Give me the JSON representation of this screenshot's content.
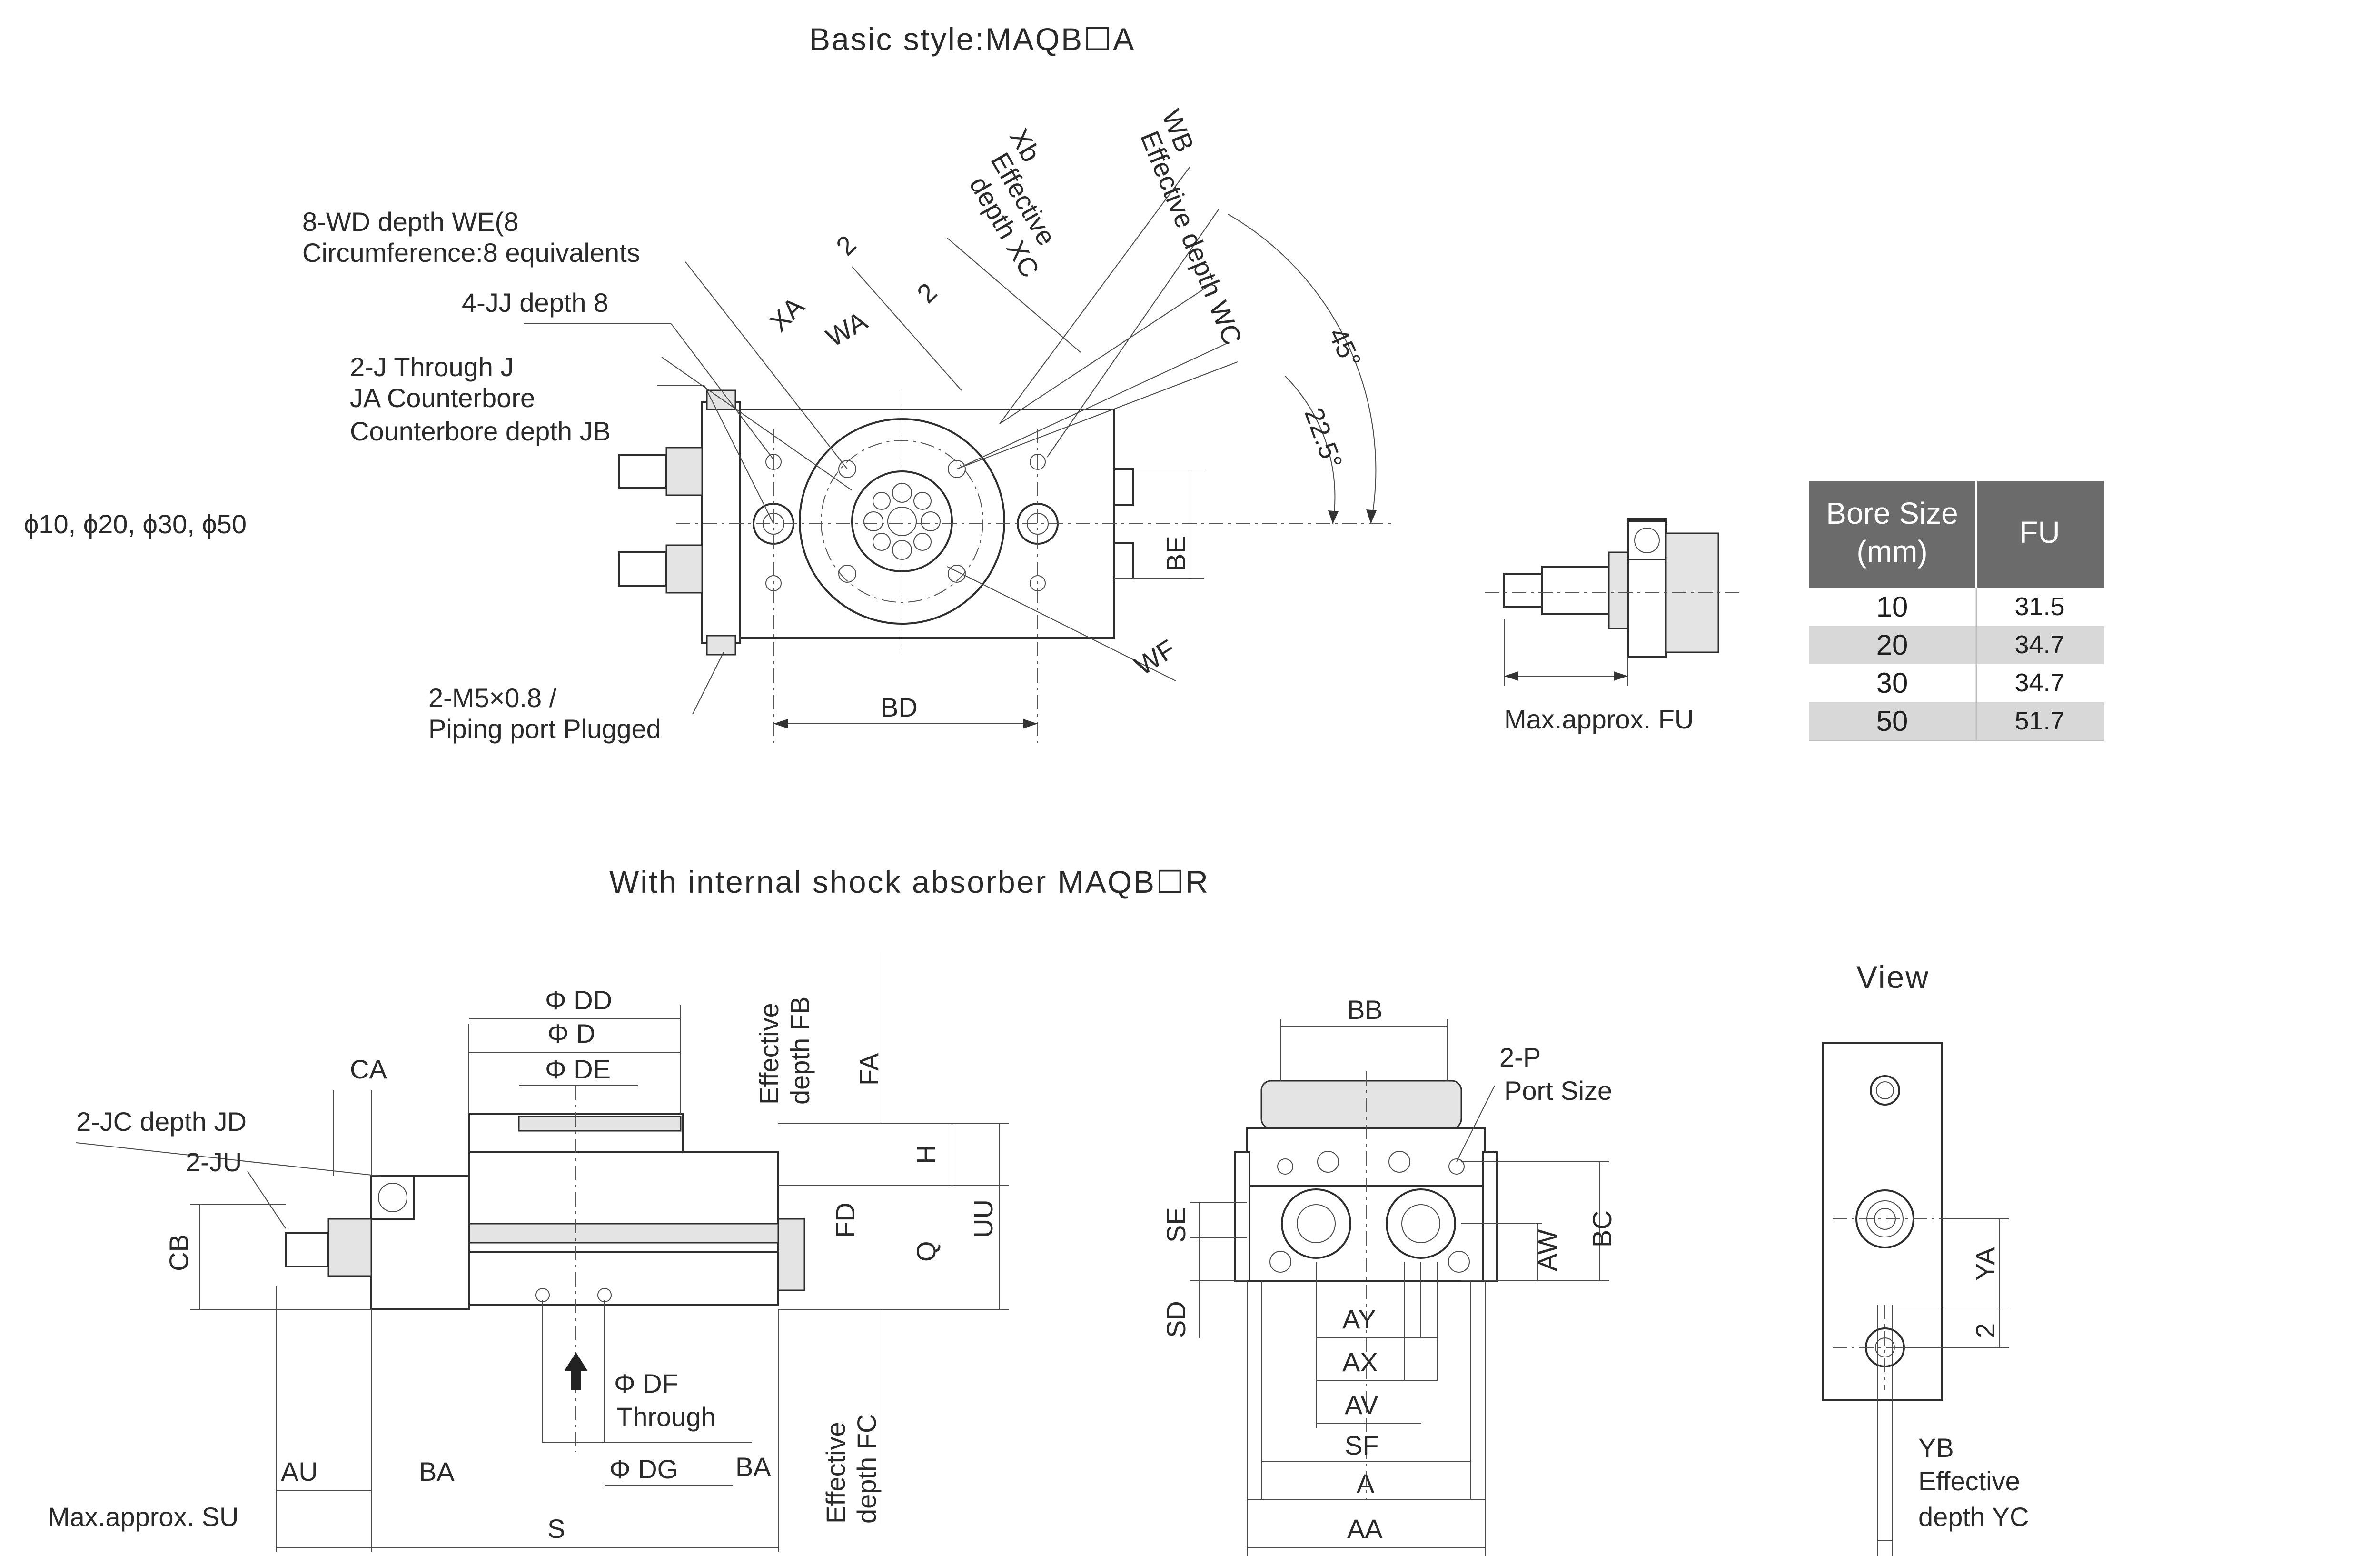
{
  "titles": {
    "basic": "Basic style:MAQB☐A",
    "shock": "With internal shock absorber MAQB☐R",
    "view": "View"
  },
  "basic_labels": {
    "wd": "8-WD  depth  WE(8",
    "circ": "Circumference:8 equivalents",
    "jj": "4-JJ  depth  8",
    "j1": "2-J Through  J",
    "j2": "JA  Counterbore",
    "j3": "Counterbore depth  JB",
    "bores": "ϕ10, ϕ20, ϕ30, ϕ50",
    "m5a": "2-M5×0.8 /",
    "m5b": "Piping port  Plugged",
    "bd": "BD",
    "be": "BE",
    "wf": "WF",
    "xa": "XA",
    "wa": "WA",
    "two_a": "2",
    "two_b": "2",
    "xb1": "Xb",
    "xb2": "Effective",
    "xb3": "depth XC",
    "wb1": "WB",
    "wb2": "Effective depth  WC",
    "ang45": "45°",
    "ang22": "22.5°",
    "fu": "Max.approx.  FU"
  },
  "table": {
    "header_bore_1": "Bore Size",
    "header_bore_2": "(mm)",
    "header_fu": "FU",
    "rows": [
      {
        "bore": "10",
        "fu": "31.5"
      },
      {
        "bore": "20",
        "fu": "34.7"
      },
      {
        "bore": "30",
        "fu": "34.7"
      },
      {
        "bore": "50",
        "fu": "51.7"
      }
    ]
  },
  "shock_labels": {
    "ca": "CA",
    "jc": "2-JC  depth  JD",
    "ju": "2-JU",
    "cb": "CB",
    "dd": "Φ DD",
    "d": "Φ D",
    "de": "Φ DE",
    "fb1": "Effective",
    "fb2": "depth  FB",
    "fa": "FA",
    "h": "H",
    "fd": "FD",
    "q": "Q",
    "uu": "UU",
    "df1": "Φ DF",
    "df2": "Through",
    "dg": "Φ DG",
    "au": "AU",
    "ba1": "BA",
    "ba2": "BA",
    "su": "Max.approx.  SU",
    "s": "S",
    "fc1": "Effective",
    "fc2": "depth  FC"
  },
  "end_labels": {
    "bb": "BB",
    "p1": "2-P",
    "p2": "Port  Size",
    "se": "SE",
    "sd": "SD",
    "aw": "AW",
    "bc": "BC",
    "ay": "AY",
    "ax": "AX",
    "av": "AV",
    "sf": "SF",
    "a": "A",
    "aa": "AA"
  },
  "view_labels": {
    "ya": "YA",
    "two": "2",
    "yb": "YB",
    "yb2": "Effective",
    "yb3": "depth  YC"
  }
}
